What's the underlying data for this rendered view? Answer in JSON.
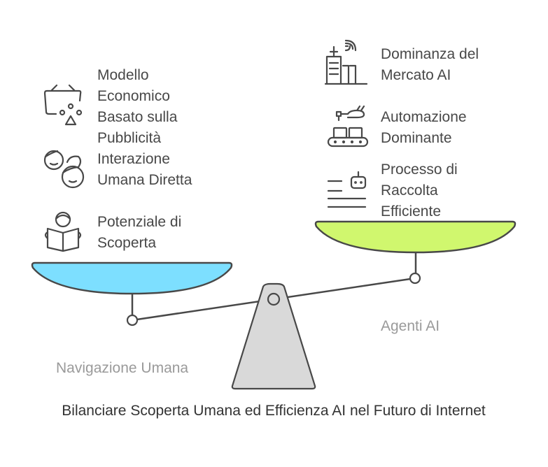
{
  "title": "Bilanciare Scoperta Umana ed Efficienza AI nel Futuro di Internet",
  "left": {
    "label": "Navigazione Umana",
    "color": "#7ddfff",
    "items": [
      {
        "icon": "basket-shapes-icon",
        "lines": [
          "Modello",
          "Economico",
          "Basato sulla",
          "Pubblicità"
        ]
      },
      {
        "icon": "two-faces-icon",
        "lines": [
          "Interazione",
          "Umana Diretta"
        ]
      },
      {
        "icon": "person-reading-icon",
        "lines": [
          "Potenziale di",
          "Scoperta"
        ]
      }
    ]
  },
  "right": {
    "label": "Agenti AI",
    "color": "#d0f76e",
    "items": [
      {
        "icon": "city-signal-icon",
        "lines": [
          "Dominanza del",
          "Mercato AI"
        ]
      },
      {
        "icon": "conveyor-robot-arm-icon",
        "lines": [
          "Automazione",
          "Dominante"
        ]
      },
      {
        "icon": "robot-list-icon",
        "lines": [
          "Processo di",
          "Raccolta",
          "Efficiente"
        ]
      }
    ]
  }
}
